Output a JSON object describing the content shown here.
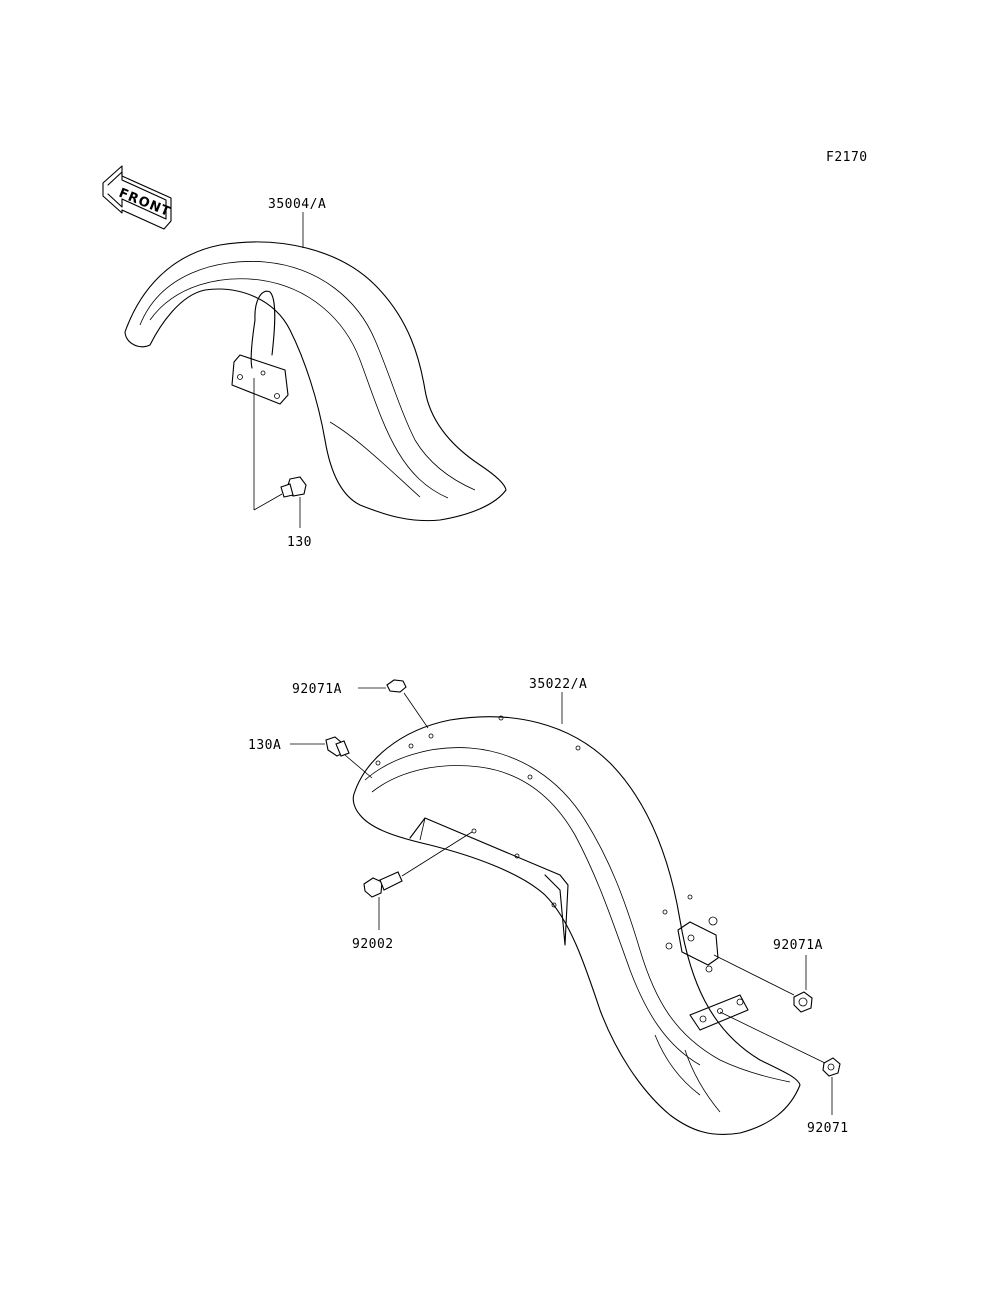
{
  "figure_id": "F2170",
  "front_arrow_label": "FRONT",
  "parts": {
    "front_fender": "35004/A",
    "front_bolt": "130",
    "rear_fender": "35022/A",
    "rear_nut_top": "92071A",
    "rear_bolt_flange": "130A",
    "rear_socket_bolt": "92002",
    "rear_nut_right": "92071A",
    "rear_nut_bottom": "92071"
  }
}
